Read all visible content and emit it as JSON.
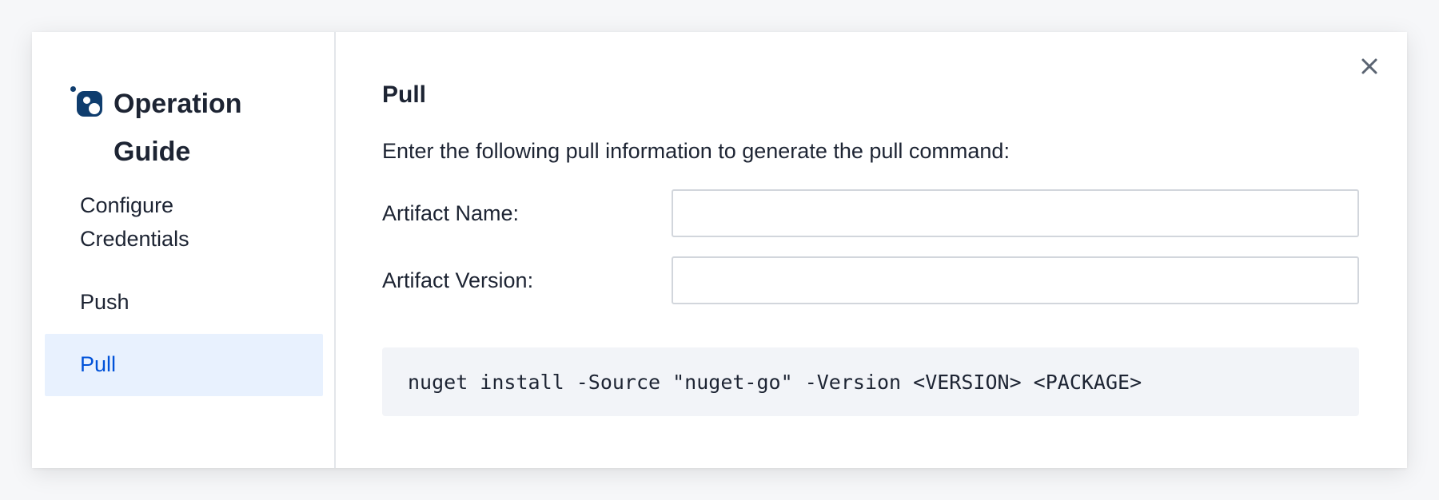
{
  "sidebar": {
    "title": "Operation Guide",
    "logo_icon": "registry-logo-icon",
    "items": [
      {
        "label": "Configure Credentials",
        "active": false
      },
      {
        "label": "Push",
        "active": false
      },
      {
        "label": "Pull",
        "active": true
      }
    ]
  },
  "content": {
    "title": "Pull",
    "instruction": "Enter the following pull information to generate the pull command:",
    "fields": [
      {
        "label": "Artifact Name:",
        "value": "",
        "placeholder": ""
      },
      {
        "label": "Artifact Version:",
        "value": "",
        "placeholder": ""
      }
    ],
    "command": "nuget install -Source \"nuget-go\" -Version <VERSION> <PACKAGE>"
  },
  "close_icon": "close-icon",
  "colors": {
    "accent": "#0052d9",
    "active_bg": "#e8f1fe",
    "logo": "#0f3d6e",
    "code_bg": "#f2f4f8"
  }
}
